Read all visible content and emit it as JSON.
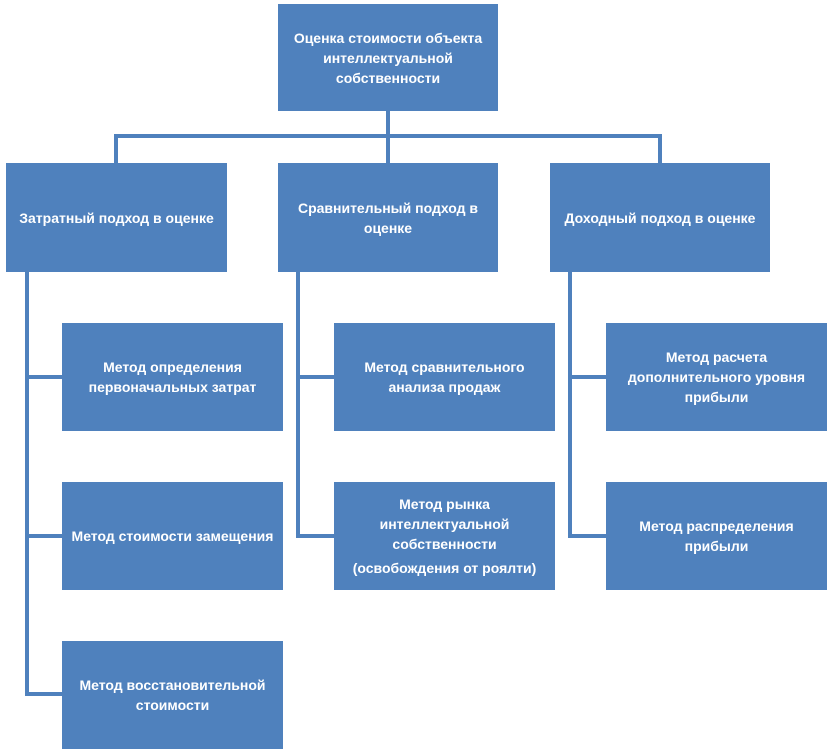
{
  "root": {
    "label": "Оценка стоимости объекта интеллектуальной собственности"
  },
  "approaches": [
    {
      "label": "Затратный подход в оценке",
      "methods": [
        {
          "label": "Метод определения первоначальных затрат"
        },
        {
          "label": "Метод стоимости замещения"
        },
        {
          "label": "Метод восстановительной стоимости"
        }
      ]
    },
    {
      "label": "Сравнительный подход в оценке",
      "methods": [
        {
          "label": "Метод сравнительного анализа продаж"
        },
        {
          "label": "Метод рынка интеллектуальной собственности",
          "note": "(освобождения от роялти)"
        }
      ]
    },
    {
      "label": "Доходный подход в оценке",
      "methods": [
        {
          "label": "Метод расчета дополнительного уровня прибыли"
        },
        {
          "label": "Метод распределения прибыли"
        }
      ]
    }
  ],
  "colors": {
    "box_fill": "#4f81bd",
    "connector": "#4f81bd",
    "text": "#ffffff"
  }
}
